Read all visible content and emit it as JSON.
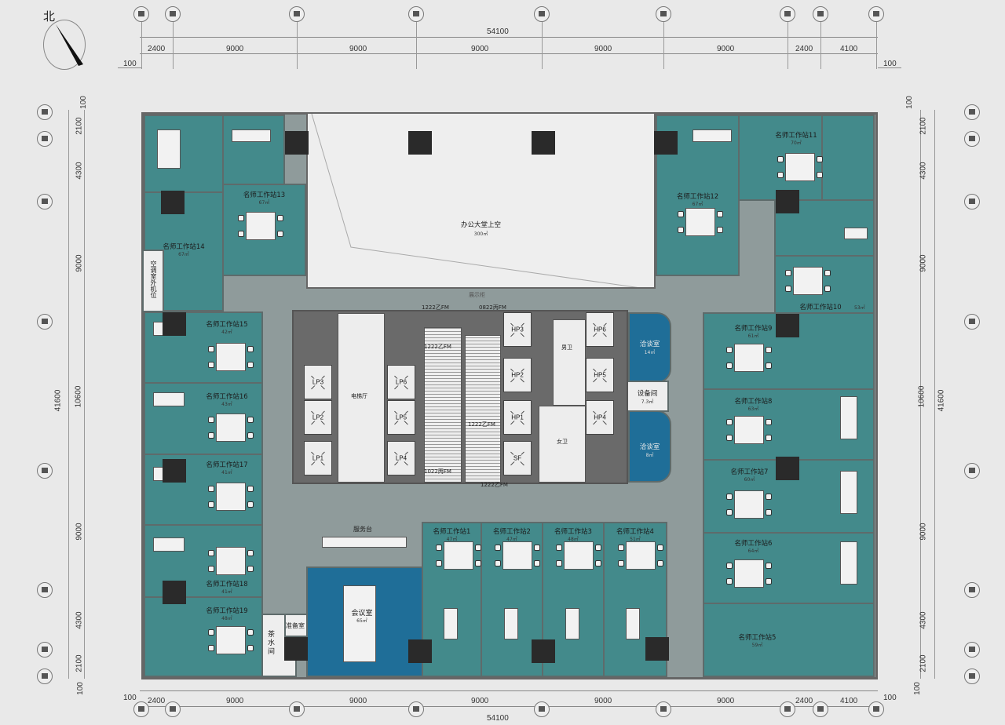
{
  "compass": {
    "label": "北"
  },
  "dimensions": {
    "top_total": "54100",
    "top_segments": [
      "2400",
      "9000",
      "9000",
      "9000",
      "9000",
      "9000",
      "2400",
      "4100"
    ],
    "bottom_total": "54100",
    "bottom_segments": [
      "2400",
      "9000",
      "9000",
      "9000",
      "9000",
      "9000",
      "2400",
      "4100"
    ],
    "offset": "100",
    "left_total": "41600",
    "left_segments": [
      "100",
      "2100",
      "4300",
      "9000",
      "10600",
      "9000",
      "4300",
      "2100",
      "100"
    ],
    "right_total": "41600",
    "right_segments": [
      "100",
      "2100",
      "4300",
      "9000",
      "10600",
      "9000",
      "4300",
      "2100",
      "100"
    ]
  },
  "atrium": {
    "name": "办公大堂上空",
    "area": "300㎡"
  },
  "display_label": "展示柜",
  "rooms": [
    {
      "name": "名师工作站1",
      "area": "47㎡"
    },
    {
      "name": "名师工作站2",
      "area": "47㎡"
    },
    {
      "name": "名师工作站3",
      "area": "48㎡"
    },
    {
      "name": "名师工作站4",
      "area": "51㎡"
    },
    {
      "name": "名师工作站5",
      "area": "59㎡"
    },
    {
      "name": "名师工作站6",
      "area": "64㎡"
    },
    {
      "name": "名师工作站7",
      "area": "60㎡"
    },
    {
      "name": "名师工作站8",
      "area": "63㎡"
    },
    {
      "name": "名师工作站9",
      "area": "61㎡"
    },
    {
      "name": "名师工作站10",
      "area": "53㎡"
    },
    {
      "name": "名师工作站11",
      "area": "70㎡"
    },
    {
      "name": "名师工作站12",
      "area": "67㎡"
    },
    {
      "name": "名师工作站13",
      "area": "67㎡"
    },
    {
      "name": "名师工作站14",
      "area": "67㎡"
    },
    {
      "name": "名师工作站15",
      "area": "42㎡"
    },
    {
      "name": "名师工作站16",
      "area": "43㎡"
    },
    {
      "name": "名师工作站17",
      "area": "41㎡"
    },
    {
      "name": "名师工作站18",
      "area": "41㎡"
    },
    {
      "name": "名师工作站19",
      "area": "48㎡"
    }
  ],
  "meeting_room": {
    "name": "会议室",
    "area": "65㎡"
  },
  "negotiation_rooms": [
    {
      "name": "洽谈室",
      "area": "14㎡"
    },
    {
      "name": "洽谈室",
      "area": "8㎡"
    }
  ],
  "equipment_room": {
    "name": "设备间",
    "area": "7.3㎡"
  },
  "service_desk": "服务台",
  "prep_room": "准备室",
  "tea_room": "茶水间",
  "ac_unit": "空调室外机位",
  "elevator_hall": "电梯厅",
  "toilets": {
    "male": "男卫",
    "female": "女卫"
  },
  "doors": [
    "1222乙FM",
    "0822丙FM",
    "1222乙FM",
    "1222乙FM",
    "1022丙FM",
    "1222乙FM"
  ],
  "lifts": [
    "LP1",
    "LP2",
    "LP3",
    "LP4",
    "LP5",
    "LP6",
    "HP1",
    "HP2",
    "HP3",
    "HP4",
    "HP5",
    "HP6",
    "SF"
  ]
}
